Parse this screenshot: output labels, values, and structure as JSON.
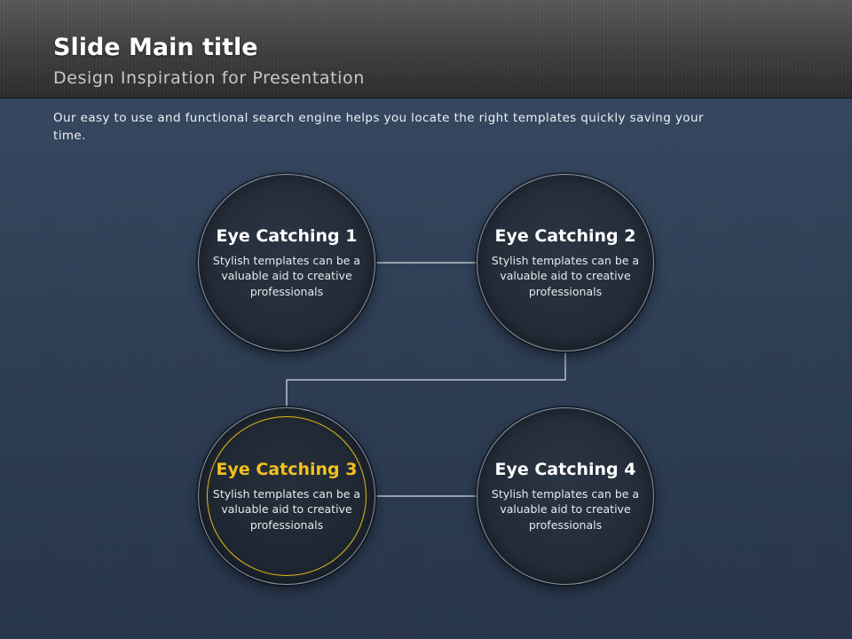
{
  "slide": {
    "title": "Slide Main title",
    "subtitle": "Design Inspiration for Presentation",
    "description": "Our easy to use and functional search engine helps you locate the right templates quickly saving your time."
  },
  "circles": [
    {
      "title": "Eye Catching 1",
      "text": "Stylish templates can be a valuable aid to creative professionals",
      "highlighted": false
    },
    {
      "title": "Eye Catching 2",
      "text": "Stylish templates can be a valuable aid to creative professionals",
      "highlighted": false
    },
    {
      "title": "Eye Catching 3",
      "text": "Stylish templates can be a valuable aid to creative professionals",
      "highlighted": true
    },
    {
      "title": "Eye Catching 4",
      "text": "Stylish templates can be a valuable aid to creative professionals",
      "highlighted": false
    }
  ],
  "colors": {
    "highlight": "#f2c21b",
    "connector": "#d8dde3"
  }
}
